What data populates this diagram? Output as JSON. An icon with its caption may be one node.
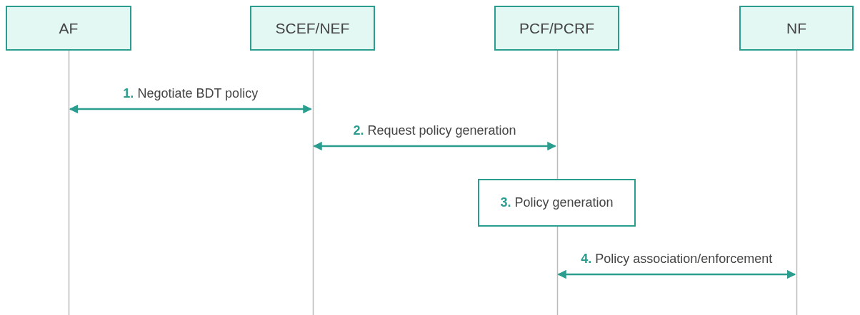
{
  "diagram": {
    "nodes": [
      {
        "text": [
          "AF"
        ]
      },
      {
        "text": [
          "SCEF/NEF"
        ]
      },
      {
        "text": [
          "PCF/PCRF"
        ]
      },
      {
        "text": [
          "NF"
        ]
      },
      {
        "text": [
          "**3.** Policy generation"
        ]
      }
    ],
    "edges": [
      {
        "from": 0,
        "to": 1,
        "arrow": "both",
        "label": "**1.** Negotiate BDT policy"
      },
      {
        "from": 1,
        "to": 2,
        "arrow": "both",
        "label": "**2.** Request policy generation"
      },
      {
        "from": 2,
        "to": 3,
        "arrow": "both",
        "label": "**4.** Policy association/enforcement"
      }
    ]
  }
}
